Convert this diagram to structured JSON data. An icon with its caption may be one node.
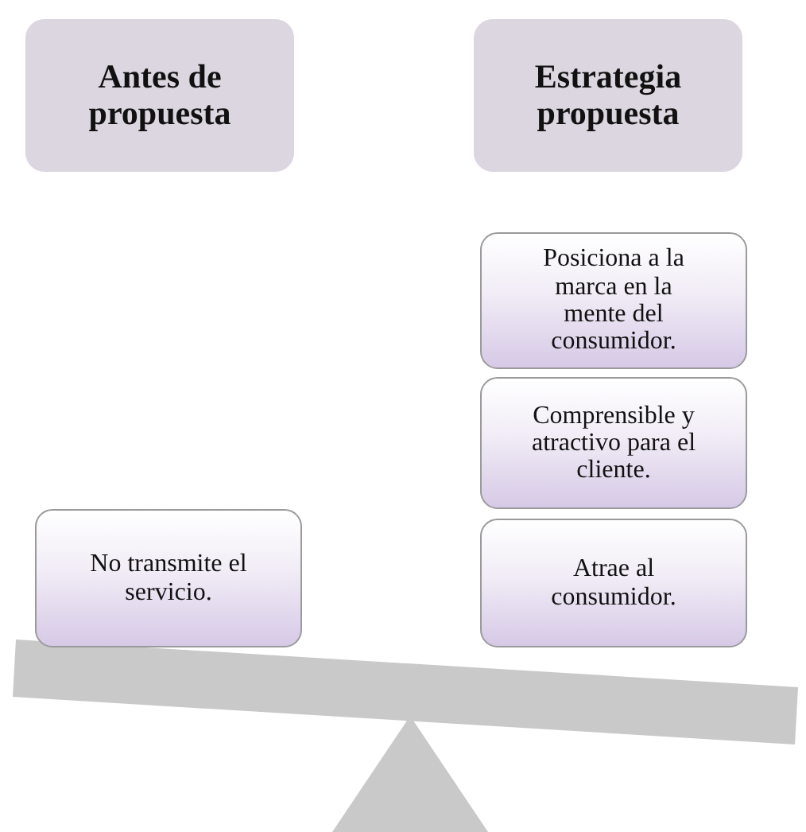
{
  "diagram": {
    "nodes": [
      {
        "text": [
          "Antes de propuesta"
        ]
      },
      {
        "text": [
          "Estrategia propuesta"
        ]
      },
      {
        "text": [
          "Posiciona a la marca en la mente del consumidor."
        ]
      },
      {
        "text": [
          "Comprensible y atractivo para el cliente."
        ]
      },
      {
        "text": [
          "Atrae al consumidor."
        ]
      },
      {
        "text": [
          "No transmite el servicio."
        ]
      }
    ]
  }
}
